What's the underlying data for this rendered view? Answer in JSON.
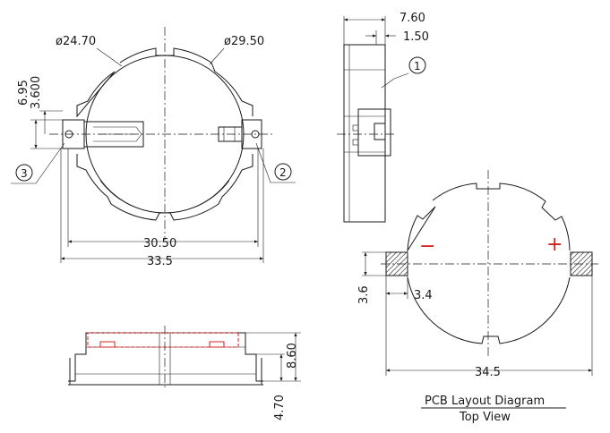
{
  "top_view": {
    "dim_diameter_inner": "ø24.70",
    "dim_diameter_outer": "ø29.50",
    "dim_height_a": "6.95",
    "dim_height_b": "3.600",
    "dim_width_inner": "30.50",
    "dim_width_outer": "33.5",
    "callout_3": "3",
    "callout_2": "2"
  },
  "side_view": {
    "dim_total": "7.60",
    "dim_wall": "1.50",
    "callout_1": "1"
  },
  "front_view": {
    "dim_height": "8.60",
    "dim_lower": "4.70"
  },
  "pcb_layout": {
    "minus_sign": "−",
    "plus_sign": "+",
    "dim_pad_height": "3.6",
    "dim_pad_width": "3.4",
    "dim_span": "34.5",
    "title": "PCB Layout Diagram",
    "subtitle": "Top View"
  },
  "colors": {
    "line": "#1a1a1a",
    "polarity": "#d42020",
    "pad_hatch": "#1a1a1a"
  }
}
